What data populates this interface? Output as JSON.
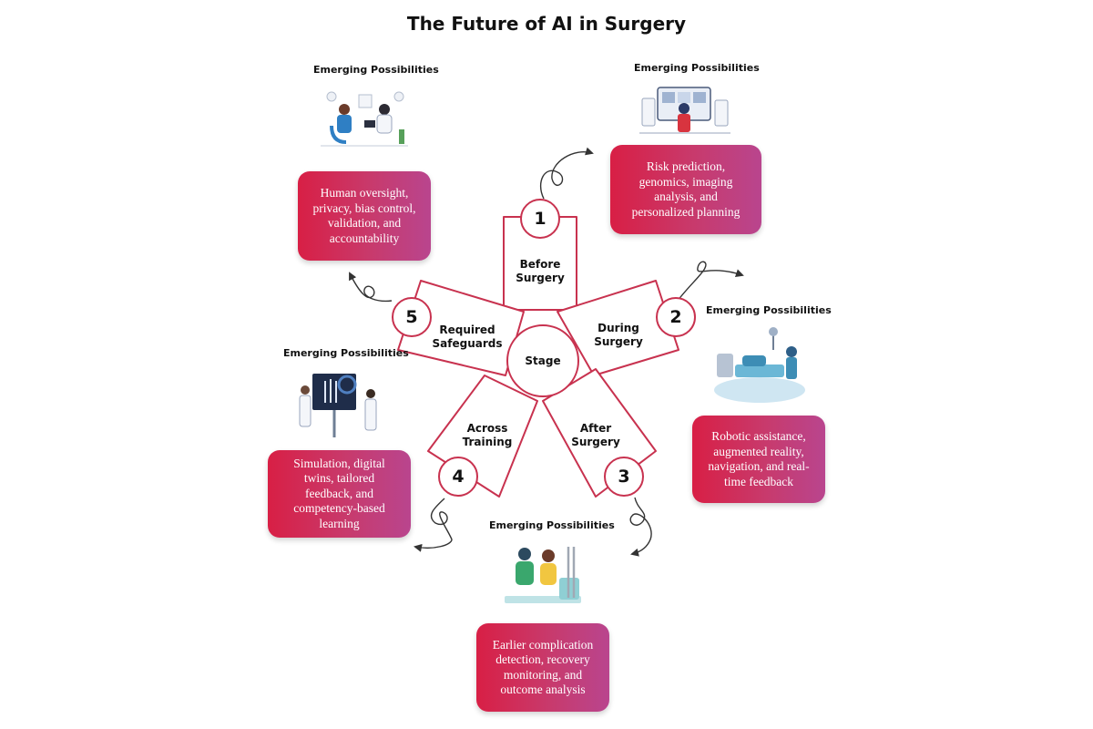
{
  "title": "The Future of AI in Surgery",
  "center_label": "Stage",
  "accent_color": "#c8324f",
  "box_gradient": [
    "#d81f45",
    "#b9458e"
  ],
  "heading_label": "Emerging Possibilities",
  "stages": [
    {
      "number": "1",
      "label_lines": [
        "Before",
        "Surgery"
      ],
      "heading": "Emerging Possibilities",
      "illustration": "doctor-reviewing-scans-illustration",
      "description_lines": [
        "Risk prediction,",
        "genomics, imaging",
        "analysis, and",
        "personalized planning"
      ]
    },
    {
      "number": "2",
      "label_lines": [
        "During",
        "Surgery"
      ],
      "heading": "Emerging Possibilities",
      "illustration": "robotic-operating-room-illustration",
      "description_lines": [
        "Robotic assistance,",
        "augmented reality,",
        "navigation, and real-",
        "time feedback"
      ]
    },
    {
      "number": "3",
      "label_lines": [
        "After",
        "Surgery"
      ],
      "heading": "Emerging Possibilities",
      "illustration": "patient-recovery-illustration",
      "description_lines": [
        "Earlier complication",
        "detection, recovery",
        "monitoring, and",
        "outcome analysis"
      ]
    },
    {
      "number": "4",
      "label_lines": [
        "Across",
        "Training"
      ],
      "heading": "Emerging Possibilities",
      "illustration": "xray-training-illustration",
      "description_lines": [
        "Simulation, digital",
        "twins, tailored",
        "feedback, and",
        "competency-based",
        "learning"
      ]
    },
    {
      "number": "5",
      "label_lines": [
        "Required",
        "Safeguards"
      ],
      "heading": "Emerging Possibilities",
      "illustration": "doctor-patient-consultation-illustration",
      "description_lines": [
        "Human oversight,",
        "privacy, bias control,",
        "validation, and",
        "accountability"
      ]
    }
  ]
}
